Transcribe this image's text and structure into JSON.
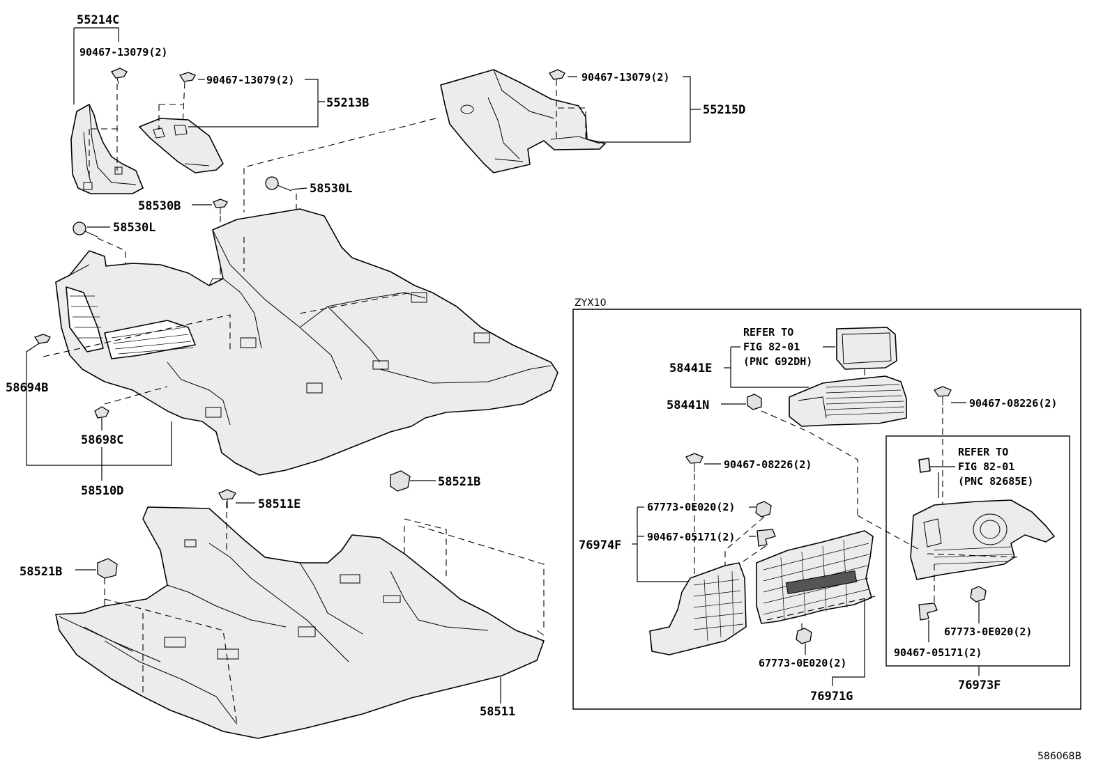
{
  "diagram": {
    "figure_number": "586068B",
    "variant_box_label": "ZYX10",
    "parts": {
      "p55214C": "55214C",
      "p55213B": "55213B",
      "p55215D": "55215D",
      "p58530L_a": "58530L",
      "p58530L_b": "58530L",
      "p58530B": "58530B",
      "p58694B": "58694B",
      "p58698C": "58698C",
      "p58510D": "58510D",
      "p58511E": "58511E",
      "p58521B_a": "58521B",
      "p58521B_b": "58521B",
      "p58511": "58511",
      "p58441E": "58441E",
      "p58441N": "58441N",
      "p76974F": "76974F",
      "p76971G": "76971G",
      "p76973F": "76973F"
    },
    "fasteners": {
      "f1": "90467-13079(2)",
      "f2": "90467-13079(2)",
      "f3": "90467-13079(2)",
      "f4": "90467-08226(2)",
      "f5": "90467-08226(2)",
      "f6": "67773-0E020(2)",
      "f7": "90467-05171(2)",
      "f8": "67773-0E020(2)",
      "f9": "67773-0E020(2)",
      "f10": "90467-05171(2)"
    },
    "references": {
      "ref1": {
        "line1": "REFER TO",
        "line2": "FIG 82-01",
        "line3": "(PNC G92DH)"
      },
      "ref2": {
        "line1": "REFER TO",
        "line2": "FIG 82-01",
        "line3": "(PNC 82685E)"
      }
    }
  }
}
